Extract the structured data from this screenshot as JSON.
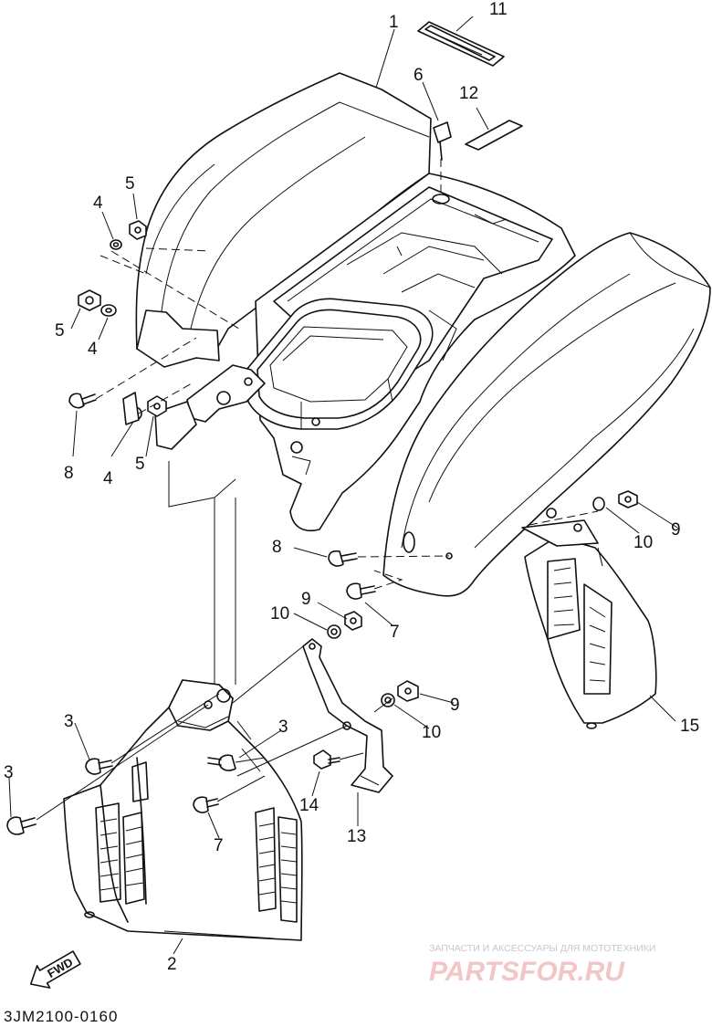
{
  "diagram_code": "3JM2100-0160",
  "fwd_label": "FWD",
  "watermark": {
    "top_text": "ЗАПЧАСТИ И АКСЕССУАРЫ ДЛЯ МОТОТЕХНИКИ",
    "logo_text": "PARTSFOR.RU"
  },
  "callouts": {
    "c1": "1",
    "c2": "2",
    "c3a": "3",
    "c3b": "3",
    "c3c": "3",
    "c4a": "4",
    "c4b": "4",
    "c4c": "4",
    "c5a": "5",
    "c5b": "5",
    "c5c": "5",
    "c6": "6",
    "c7a": "7",
    "c7b": "7",
    "c8a": "8",
    "c8b": "8",
    "c9a": "9",
    "c9b": "9",
    "c9c": "9",
    "c10a": "10",
    "c10b": "10",
    "c10c": "10",
    "c11": "11",
    "c12": "12",
    "c13": "13",
    "c14": "14",
    "c15": "15"
  }
}
